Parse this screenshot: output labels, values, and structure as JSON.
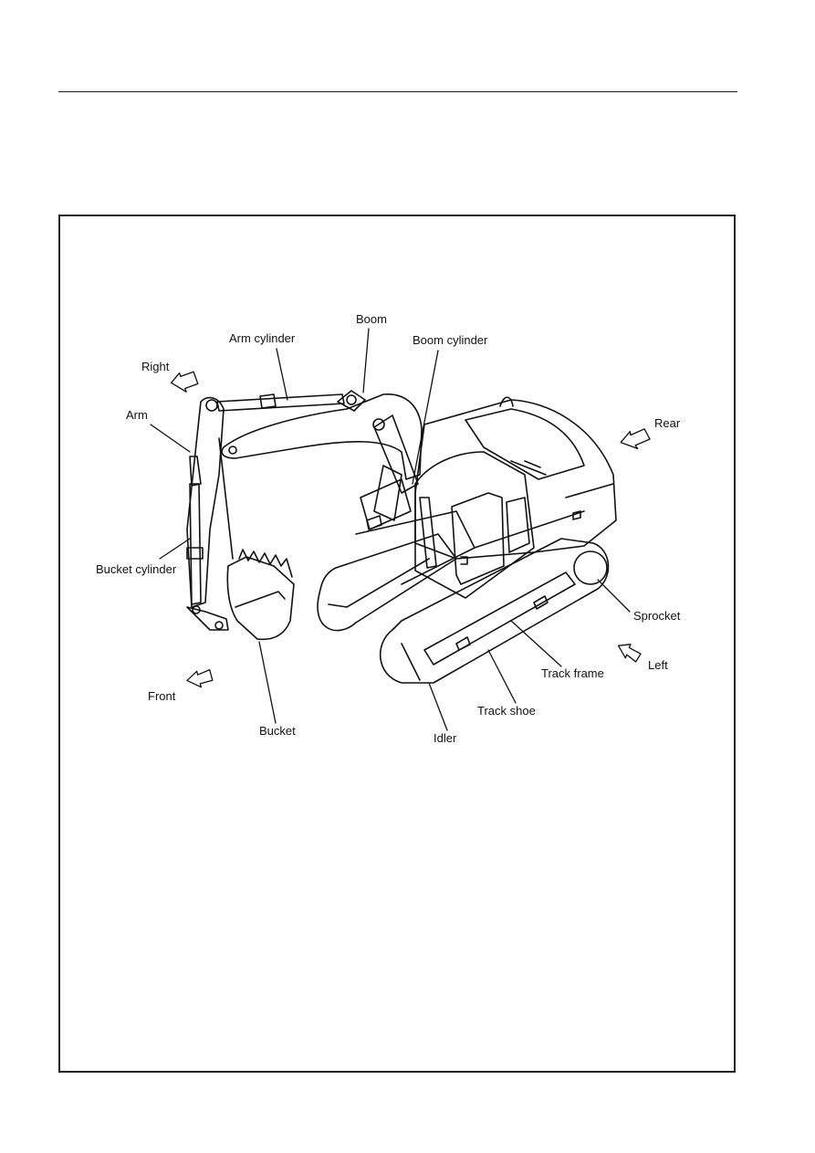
{
  "labels": {
    "boom": "Boom",
    "arm_cylinder": "Arm cylinder",
    "boom_cylinder": "Boom cylinder",
    "right": "Right",
    "arm": "Arm",
    "rear": "Rear",
    "bucket_cylinder": "Bucket cylinder",
    "sprocket": "Sprocket",
    "left": "Left",
    "track_frame": "Track frame",
    "front": "Front",
    "track_shoe": "Track shoe",
    "bucket": "Bucket",
    "idler": "Idler"
  }
}
